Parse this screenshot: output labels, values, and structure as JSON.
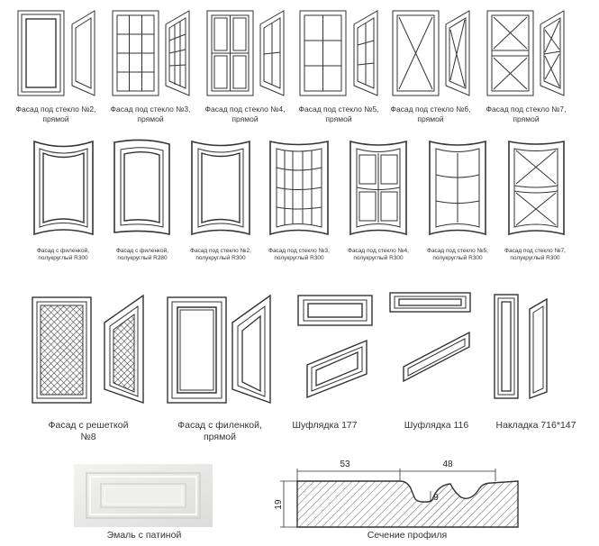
{
  "row1": [
    {
      "label": "Фасад под стекло №2,\nпрямой"
    },
    {
      "label": "Фасад под стекло №3,\nпрямой"
    },
    {
      "label": "Фасад под стекло №4,\nпрямой"
    },
    {
      "label": "Фасад под стекло №5,\nпрямой"
    },
    {
      "label": "Фасад под стекло №6,\nпрямой"
    },
    {
      "label": "Фасад под стекло №7,\nпрямой"
    }
  ],
  "row2": [
    {
      "label": "Фасад с филенкой,\nполукруглый R300"
    },
    {
      "label": "Фасад с филенкой,\nполукруглый R280"
    },
    {
      "label": "Фасад под стекло №2,\nполукруглый R300"
    },
    {
      "label": "Фасад под стекло №3,\nполукруглый R300"
    },
    {
      "label": "Фасад под стекло №4,\nполукруглый R300"
    },
    {
      "label": "Фасад под стекло №5,\nполукруглый R300"
    },
    {
      "label": "Фасад под стекло №7,\nполукруглый R300"
    }
  ],
  "row3": [
    {
      "label": "Фасад с решеткой\n№8"
    },
    {
      "label": "Фасад с филенкой,\nпрямой"
    },
    {
      "label": "Шуфлядка 177"
    },
    {
      "label": "Шуфлядка 116"
    },
    {
      "label": "Накладка 716*147"
    }
  ],
  "row4": [
    {
      "label": "Эмаль с патиной"
    },
    {
      "label": "Сечение профиля"
    }
  ],
  "profile": {
    "dim_a": "53",
    "dim_b": "48",
    "dim_h": "19",
    "dim_d": "9"
  },
  "colors": {
    "line": "#333333",
    "panel": "#ffffff",
    "shade": "#e9e9e9",
    "sample": "#e8e8e6"
  }
}
